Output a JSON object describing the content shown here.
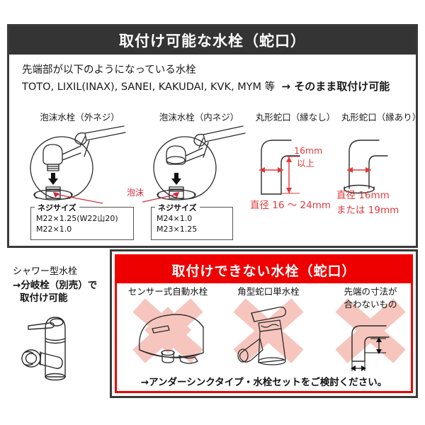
{
  "upper": {
    "header_title": "取付け可能な水栓（蛇口）",
    "intro_line1": "先端部が以下のようになっている水栓",
    "intro_line2_brands": "TOTO, LIXIL(INAX), SANEI, KAKUDAI, KVK, MYM 等",
    "intro_line2_result": "→ そのまま取付け可能",
    "aerator_label": "泡沫",
    "columns": [
      {
        "title": "泡沫水栓（外ネジ）",
        "screw_legend": "ネジサイズ",
        "screw_sizes": [
          "M22×1.25(W22山20)",
          "M22×1.0"
        ]
      },
      {
        "title": "泡沫水栓（内ネジ）",
        "screw_legend": "ネジサイズ",
        "screw_sizes": [
          "M24×1.0",
          "M23×1.25"
        ]
      },
      {
        "title": "丸形蛇口（縁なし）",
        "height_label_line1": "16mm",
        "height_label_line2": "以上",
        "diameter_label": "直径 16 〜 24mm"
      },
      {
        "title": "丸形蛇口（縁あり）",
        "diameter_label_line1": "直径 16mm",
        "diameter_label_line2": "または 19mm"
      }
    ]
  },
  "shower": {
    "title": "シャワー型水栓",
    "note_line1": "→分岐栓（別売）で",
    "note_line2": "取付け可能"
  },
  "ng": {
    "header_title": "取付けできない水栓（蛇口）",
    "items": [
      {
        "title": "センサー式自動水栓"
      },
      {
        "title": "角型蛇口単水栓"
      },
      {
        "title_line1": "先端の寸法が",
        "title_line2": "合わないもの"
      }
    ],
    "footer": "→アンダーシンクタイプ・水栓セットをご検討ください。"
  },
  "colors": {
    "dark_header": "#343434",
    "red_header": "#ee0000",
    "red_text": "#e03a3a",
    "x_pink": "#f6c5bd",
    "line": "#2b2b2b"
  }
}
